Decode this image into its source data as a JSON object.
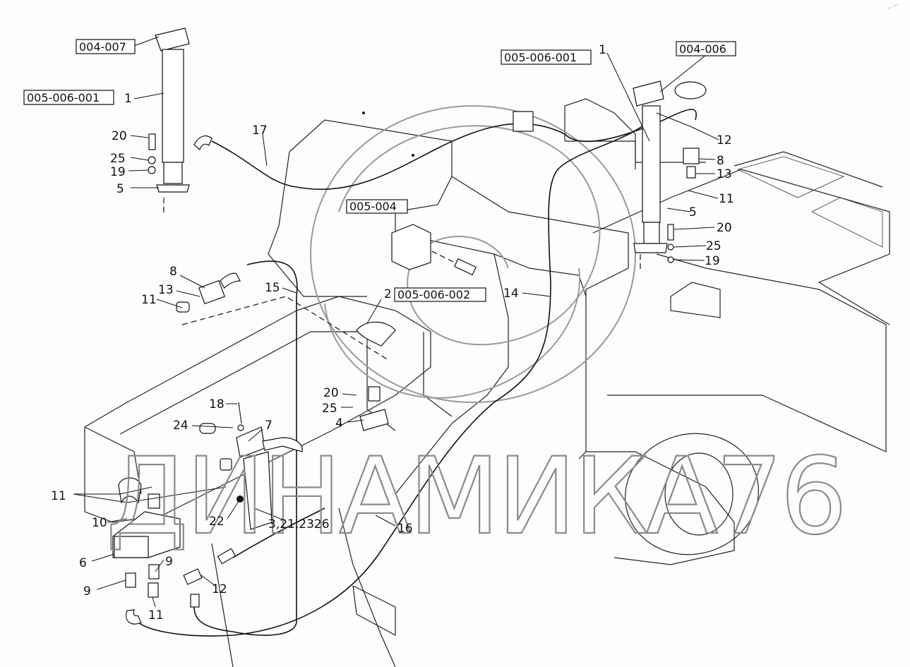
{
  "diagram": {
    "title": "Hydraulic cylinder installation",
    "watermark": "ДИНАМИКА76",
    "corner_mark": "∙∙ ∙∙∙",
    "references": [
      "004-007",
      "005-006-001",
      "005-006-001",
      "004-006",
      "005-004",
      "005-006-002"
    ],
    "callouts": [
      "1",
      "20",
      "25",
      "19",
      "5",
      "17",
      "1",
      "12",
      "8",
      "13",
      "11",
      "5",
      "20",
      "25",
      "19",
      "8",
      "13",
      "11",
      "15",
      "2",
      "14",
      "20",
      "25",
      "4",
      "18",
      "24",
      "7",
      "11",
      "10",
      "22",
      "3,21,2326",
      "16",
      "6",
      "9",
      "9",
      "12",
      "11"
    ]
  }
}
